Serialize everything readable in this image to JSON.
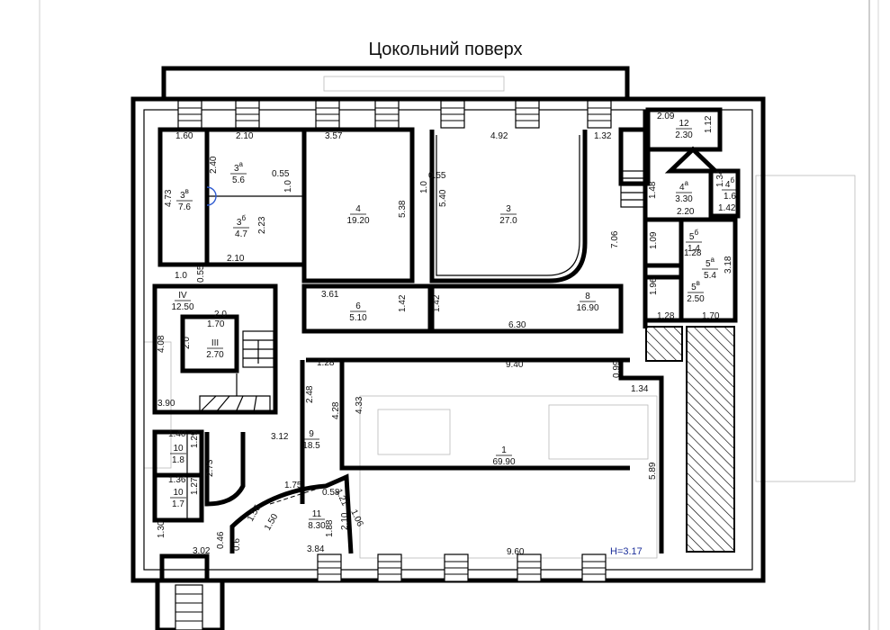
{
  "title": "Цокольний поверх",
  "height_mark": "H=3.17",
  "rooms": [
    {
      "num": "3",
      "sup": "a",
      "area": "5.6"
    },
    {
      "num": "3",
      "sup": "в",
      "area": "7.6"
    },
    {
      "num": "3",
      "sup": "б",
      "area": "4.7"
    },
    {
      "num": "4",
      "sup": "",
      "area": "19.20"
    },
    {
      "num": "3",
      "sup": "",
      "area": "27.0"
    },
    {
      "num": "12",
      "sup": "",
      "area": "2.30"
    },
    {
      "num": "4",
      "sup": "a",
      "area": "3.30"
    },
    {
      "num": "4",
      "sup": "б",
      "area": "1.6"
    },
    {
      "num": "5",
      "sup": "б",
      "area": "1.4"
    },
    {
      "num": "5",
      "sup": "a",
      "area": "5.4"
    },
    {
      "num": "5",
      "sup": "в",
      "area": "2.50"
    },
    {
      "num": "IV",
      "sup": "",
      "area": "12.50"
    },
    {
      "num": "6",
      "sup": "",
      "area": "5.10"
    },
    {
      "num": "8",
      "sup": "",
      "area": "16.90"
    },
    {
      "num": "III",
      "sup": "",
      "area": "2.70"
    },
    {
      "num": "9",
      "sup": "",
      "area": "18.5"
    },
    {
      "num": "1",
      "sup": "",
      "area": "69.90"
    },
    {
      "num": "10",
      "sup": "",
      "area": "1.8"
    },
    {
      "num": "10",
      "sup": "",
      "area": "1.7"
    },
    {
      "num": "11",
      "sup": "",
      "area": "8.30"
    }
  ],
  "dimensions": [
    "1.60",
    "2.10",
    "3.57",
    "4.92",
    "1.32",
    "2.09",
    "1.12",
    "2.40",
    "0.55",
    "1.0",
    "4.73",
    "2.23",
    "5.38",
    "0.55",
    "1.0",
    "5.40",
    "7.06",
    "1.48",
    "1.34",
    "1.42",
    "2.20",
    "1.09",
    "1.28",
    "3.18",
    "1.96",
    "1.28",
    "1.70",
    "2.10",
    "1.0",
    "0.55",
    "3.61",
    "1.42",
    "1.42",
    "2.0",
    "1.70",
    "2.0",
    "4.08",
    "6.30",
    "9.40",
    "0.99",
    "1.34",
    "1.28",
    "2.48",
    "4.28",
    "4.33",
    "3.90",
    "3.12",
    "1.40",
    "1.29",
    "1.36",
    "1.27",
    "2.73",
    "5.89",
    "1.75",
    "0.58",
    "1.21",
    "1.55",
    "1.50",
    "1.06",
    "2.10",
    "1.88",
    "1.30",
    "0.6",
    "0.46",
    "3.02",
    "3.84",
    "9.60"
  ]
}
